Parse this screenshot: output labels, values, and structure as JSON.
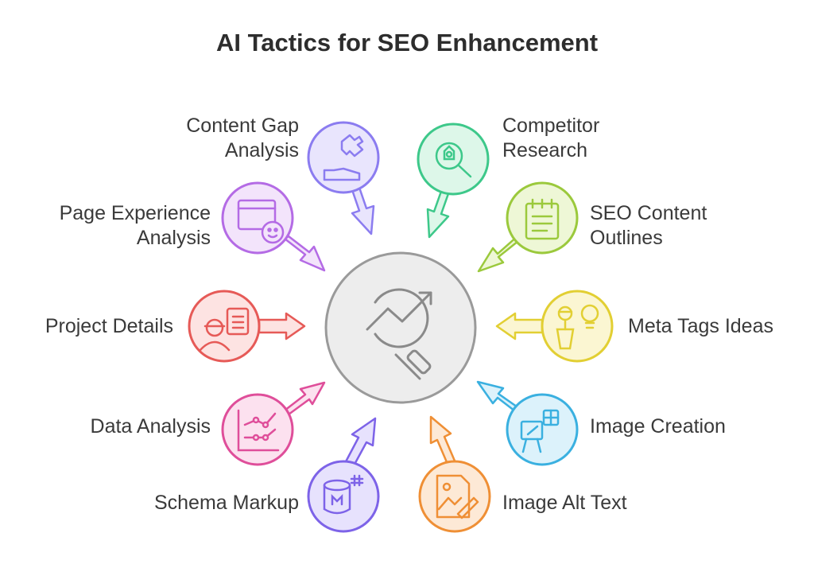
{
  "title": "AI Tactics for SEO Enhancement",
  "tactics": [
    {
      "id": "content-gap",
      "line1": "Content Gap",
      "line2": "Analysis",
      "color": "#8b7cf0",
      "fill": "#e9e5fd",
      "icon": "puzzle-hand-icon"
    },
    {
      "id": "competitor",
      "line1": "Competitor",
      "line2": "Research",
      "color": "#3dc88a",
      "fill": "#ddf7e9",
      "icon": "spy-search-icon"
    },
    {
      "id": "page-experience",
      "line1": "Page Experience",
      "line2": "Analysis",
      "color": "#b46be5",
      "fill": "#f3e4fb",
      "icon": "browser-smiley-icon"
    },
    {
      "id": "seo-outlines",
      "line1": "SEO Content",
      "line2": "Outlines",
      "color": "#9bc93c",
      "fill": "#eef7d6",
      "icon": "notepad-icon"
    },
    {
      "id": "project-details",
      "line1": "Project Details",
      "line2": "",
      "color": "#e65a57",
      "fill": "#fde3e2",
      "icon": "engineer-clipboard-icon"
    },
    {
      "id": "meta-tags",
      "line1": "Meta Tags Ideas",
      "line2": "",
      "color": "#e2cf33",
      "fill": "#fbf6d2",
      "icon": "person-lightbulb-icon"
    },
    {
      "id": "data-analysis",
      "line1": "Data Analysis",
      "line2": "",
      "color": "#df4e9a",
      "fill": "#fce1ef",
      "icon": "line-chart-icon"
    },
    {
      "id": "image-creation",
      "line1": "Image Creation",
      "line2": "",
      "color": "#3ab0e0",
      "fill": "#dcf2fb",
      "icon": "easel-icon"
    },
    {
      "id": "schema-markup",
      "line1": "Schema Markup",
      "line2": "",
      "color": "#7d63e8",
      "fill": "#e7e2fd",
      "icon": "database-icon"
    },
    {
      "id": "image-alt",
      "line1": "Image Alt Text",
      "line2": "",
      "color": "#ef8f35",
      "fill": "#fde9d6",
      "icon": "image-edit-icon"
    }
  ],
  "center": {
    "color": "#9a9a9a",
    "fill": "#ededed",
    "icon": "trend-magnifier-icon"
  }
}
